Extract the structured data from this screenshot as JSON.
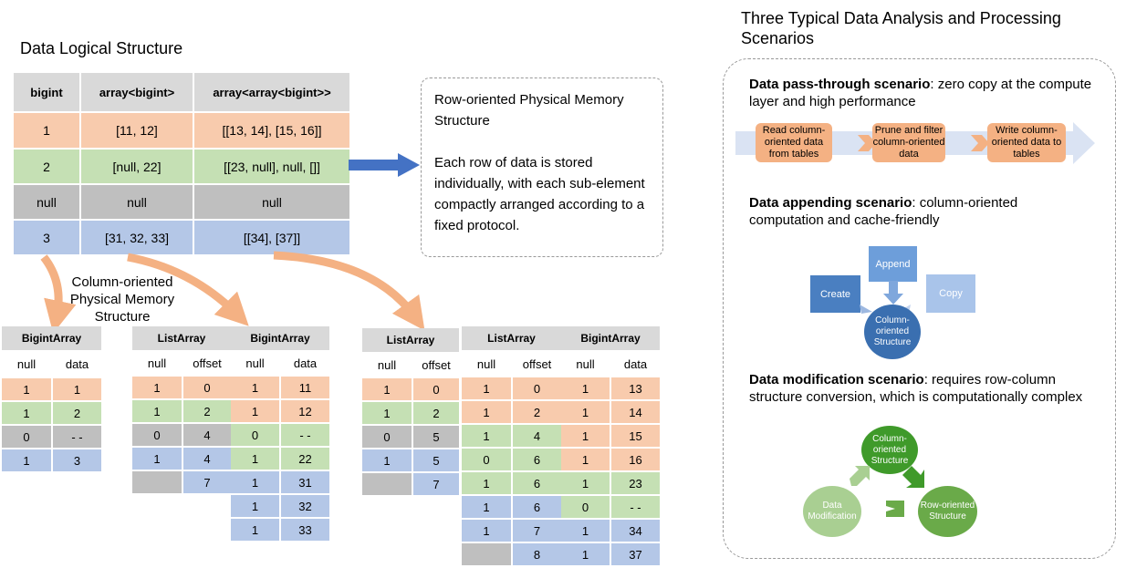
{
  "left_title": "Data Logical Structure",
  "logical_table": {
    "headers": [
      "bigint",
      "array<bigint>",
      "array<array<bigint>>"
    ],
    "rows": [
      [
        "1",
        "[11, 12]",
        "[[13, 14], [15, 16]]"
      ],
      [
        "2",
        "[null, 22]",
        "[[23, null], null, []]"
      ],
      [
        "null",
        "null",
        "null"
      ],
      [
        "3",
        "[31, 32, 33]",
        "[[34], [37]]"
      ]
    ]
  },
  "row_box": {
    "title": "Row-oriented Physical Memory Structure",
    "body": "Each row of data is stored individually, with each sub-element compactly arranged according to a fixed protocol."
  },
  "column_label": "Column-oriented Physical Memory Structure",
  "col1": {
    "title": "BigintArray",
    "headers": [
      "null",
      "data"
    ],
    "rows": [
      [
        "1",
        "1"
      ],
      [
        "1",
        "2"
      ],
      [
        "0",
        "- -"
      ],
      [
        "1",
        "3"
      ]
    ]
  },
  "col2": {
    "list_title": "ListArray",
    "list_headers": [
      "null",
      "offset"
    ],
    "list_rows": [
      [
        "1",
        "0"
      ],
      [
        "1",
        "2"
      ],
      [
        "0",
        "4"
      ],
      [
        "1",
        "4"
      ],
      [
        "",
        "7"
      ]
    ],
    "big_title": "BigintArray",
    "big_headers": [
      "null",
      "data"
    ],
    "big_rows": [
      [
        "1",
        "11"
      ],
      [
        "1",
        "12"
      ],
      [
        "0",
        "- -"
      ],
      [
        "1",
        "22"
      ],
      [
        "1",
        "31"
      ],
      [
        "1",
        "32"
      ],
      [
        "1",
        "33"
      ]
    ]
  },
  "col3": {
    "outer_title": "ListArray",
    "outer_headers": [
      "null",
      "offset"
    ],
    "outer_rows": [
      [
        "1",
        "0"
      ],
      [
        "1",
        "2"
      ],
      [
        "0",
        "5"
      ],
      [
        "1",
        "5"
      ],
      [
        "",
        "7"
      ]
    ],
    "inner_title": "ListArray",
    "inner_headers": [
      "null",
      "offset"
    ],
    "inner_rows": [
      [
        "1",
        "0"
      ],
      [
        "1",
        "2"
      ],
      [
        "1",
        "4"
      ],
      [
        "0",
        "6"
      ],
      [
        "1",
        "6"
      ],
      [
        "1",
        "6"
      ],
      [
        "1",
        "7"
      ],
      [
        "",
        "8"
      ]
    ],
    "big_title": "BigintArray",
    "big_headers": [
      "null",
      "data"
    ],
    "big_rows": [
      [
        "1",
        "13"
      ],
      [
        "1",
        "14"
      ],
      [
        "1",
        "15"
      ],
      [
        "1",
        "16"
      ],
      [
        "1",
        "23"
      ],
      [
        "0",
        "- -"
      ],
      [
        "1",
        "34"
      ],
      [
        "1",
        "37"
      ]
    ]
  },
  "right_title": "Three Typical Data Analysis and Processing Scenarios",
  "scenario1": {
    "name": "Data pass-through scenario",
    "desc": ": zero copy at the compute layer and high performance",
    "steps": [
      "Read column-oriented data from tables",
      "Prune and filter column-oriented data",
      "Write column-oriented data to tables"
    ]
  },
  "scenario2": {
    "name": "Data appending scenario",
    "desc": ": column-oriented computation and cache-friendly",
    "create": "Create",
    "append": "Append",
    "copy": "Copy",
    "center": "Column-oriented Structure"
  },
  "scenario3": {
    "name": "Data modification scenario",
    "desc": ": requires row-column structure conversion, which is computationally complex",
    "top": "Column-oriented Structure",
    "right": "Row-oriented Structure",
    "left": "Data Modification"
  },
  "colors": {
    "header_gray": "#d9d9d9",
    "orange": "#f8cbad",
    "green": "#c5e0b4",
    "null_gray": "#bfbfbf",
    "blue": "#b4c7e7",
    "arrow_orange": "#f4b183",
    "arrow_blue": "#4472c4",
    "circle_green": "#5aa02c"
  }
}
